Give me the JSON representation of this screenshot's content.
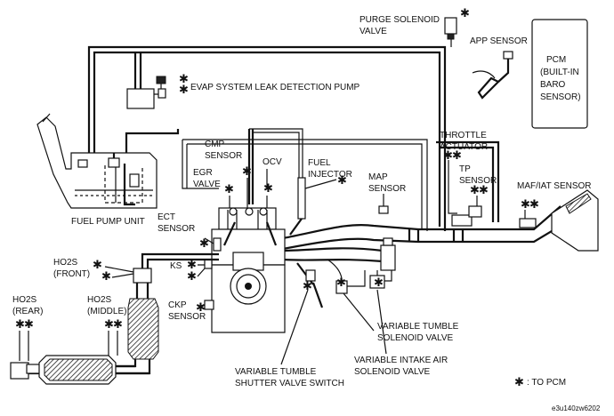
{
  "labels": {
    "purge_solenoid_valve": [
      "PURGE SOLENOID",
      "VALVE"
    ],
    "app_sensor": "APP SENSOR",
    "pcm": [
      "PCM",
      "(BUILT-IN",
      "BARO",
      "SENSOR)"
    ],
    "evap_pump": "EVAP SYSTEM LEAK DETECTION PUMP",
    "throttle_actuator": [
      "THROTTLE",
      "ACTUATOR"
    ],
    "tp_sensor": [
      "TP",
      "SENSOR"
    ],
    "cmp_sensor": [
      "CMP",
      "SENSOR"
    ],
    "ocv": "OCV",
    "fuel_injector": [
      "FUEL",
      "INJECTOR"
    ],
    "egr_valve": [
      "EGR",
      "VALVE"
    ],
    "map_sensor": [
      "MAP",
      "SENSOR"
    ],
    "maf_iat_sensor": "MAF/IAT SENSOR",
    "fuel_pump_unit": "FUEL PUMP UNIT",
    "ect_sensor": [
      "ECT",
      "SENSOR"
    ],
    "ho2s_front": [
      "HO2S",
      "(FRONT)"
    ],
    "ks": "KS",
    "ckp_sensor": [
      "CKP",
      "SENSOR"
    ],
    "ho2s_rear": [
      "HO2S",
      "(REAR)"
    ],
    "ho2s_middle": [
      "HO2S",
      "(MIDDLE)"
    ],
    "variable_tumble_solenoid": [
      "VARIABLE TUMBLE",
      "SOLENOID VALVE"
    ],
    "variable_intake_air_solenoid": [
      "VARIABLE INTAKE  AIR",
      "SOLENOID VALVE"
    ],
    "variable_tumble_shutter": [
      "VARIABLE TUMBLE",
      "SHUTTER VALVE SWITCH"
    ]
  },
  "legend": {
    "symbol": "✱",
    "text": ": TO PCM"
  },
  "figure_code": "e3u140zw6202"
}
